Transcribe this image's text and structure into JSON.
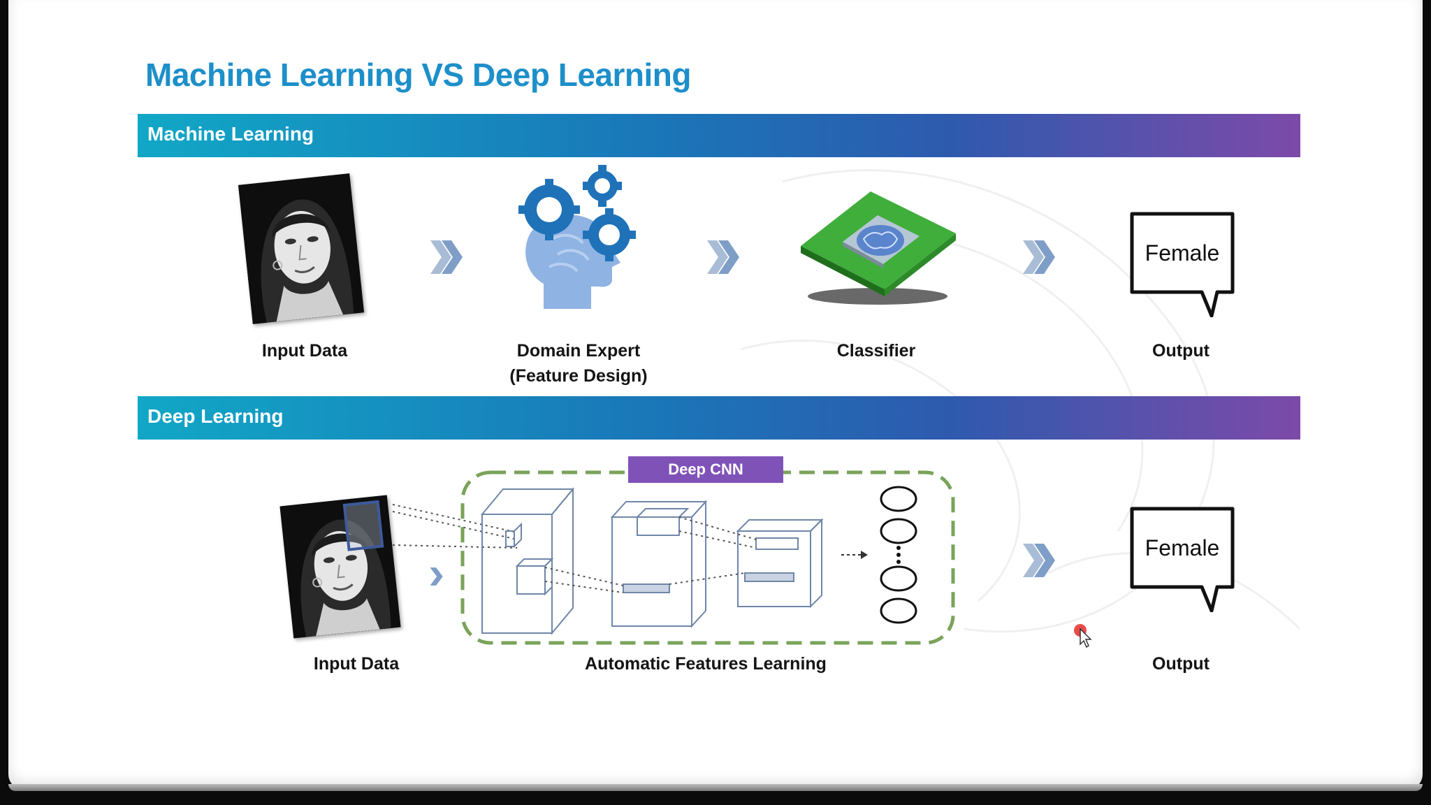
{
  "slide_title": "Machine Learning VS Deep Learning",
  "colors": {
    "title": "#1d8fc9",
    "band_start": "#11a7c6",
    "band_end": "#7d4aa9",
    "chevron": "#7f9ec7",
    "gear": "#1f72b8",
    "head": "#8fb3e3",
    "chip": "#3fae3b",
    "cnn_box": "#7aa35a",
    "cnn_label_bg": "#7f52b8"
  },
  "machine_learning": {
    "band_label": "Machine Learning",
    "steps": [
      {
        "label": "Input Data",
        "icon": "face-photo"
      },
      {
        "label": "Domain Expert",
        "sublabel": "(Feature Design)",
        "icon": "gears-head-icon"
      },
      {
        "label": "Classifier",
        "icon": "processor-chip-icon"
      },
      {
        "label": "Output",
        "icon": "speech-bubble",
        "bubble_text": "Female"
      }
    ]
  },
  "deep_learning": {
    "band_label": "Deep Learning",
    "cnn_label": "Deep CNN",
    "steps": [
      {
        "label": "Input Data",
        "icon": "face-photo"
      },
      {
        "label": "Automatic Features Learning",
        "icon": "cnn-layers-diagram"
      },
      {
        "label": "Output",
        "icon": "speech-bubble",
        "bubble_text": "Female"
      }
    ]
  }
}
